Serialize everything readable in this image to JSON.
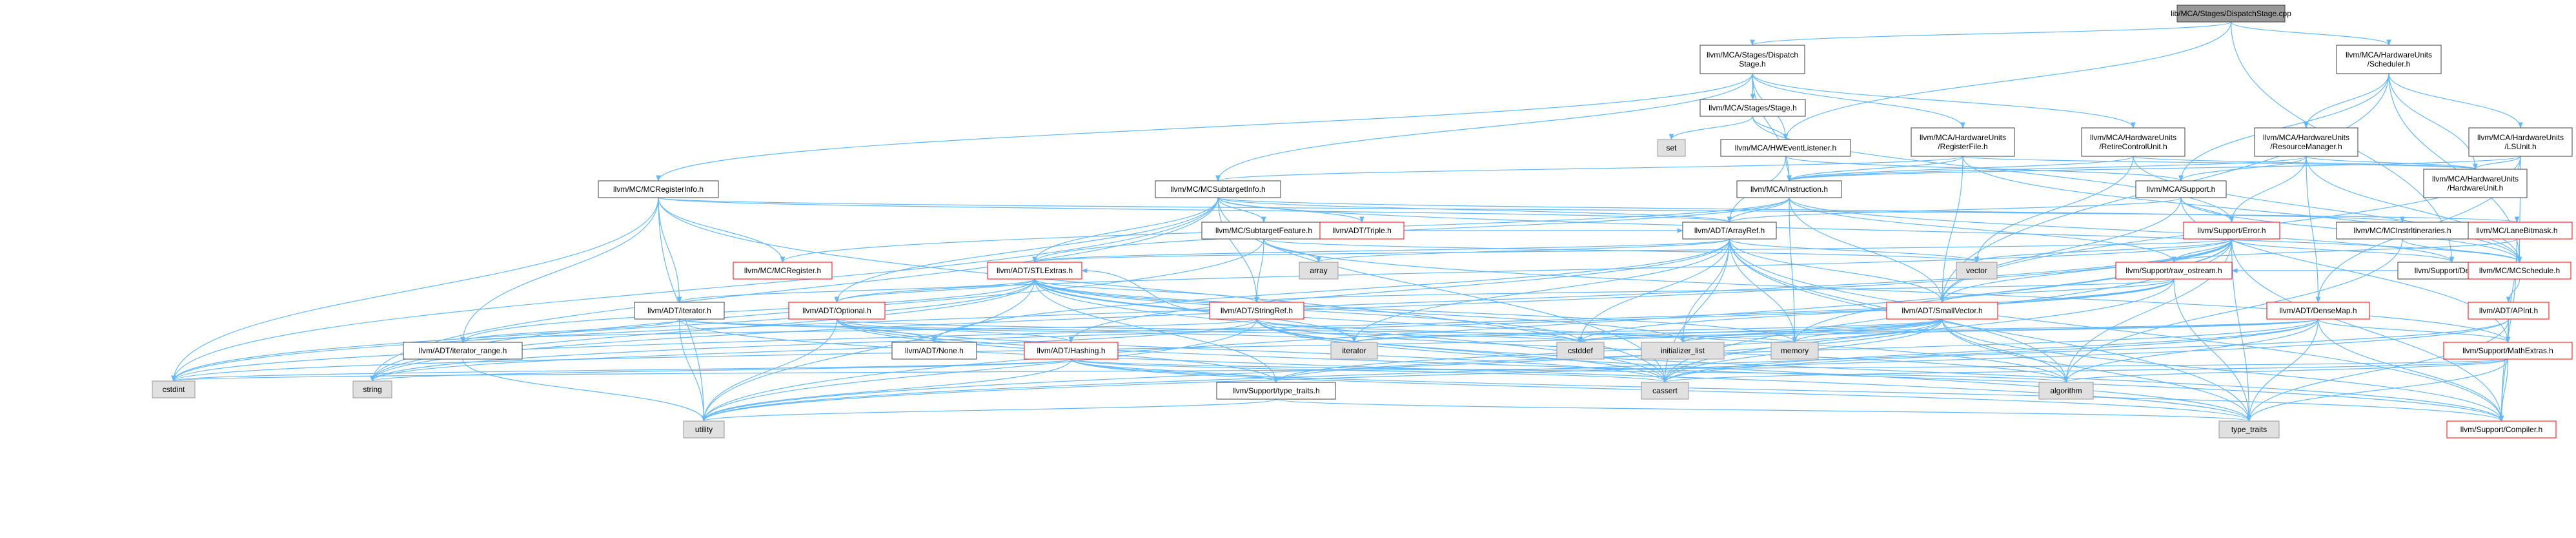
{
  "graph": {
    "colors": {
      "edge": "#63b8ff",
      "node_border": "#404040",
      "root_fill": "#999999",
      "std_fill": "#e0e0e0",
      "std_border": "#999999",
      "normal_text": "#000000",
      "incomplete_text": "#ff0000",
      "node_fill": "#ffffff"
    },
    "nodes": [
      {
        "id": "root",
        "lines": [
          "lib/MCA/Stages/DispatchStage.cpp"
        ],
        "kind": "root"
      },
      {
        "id": "dispstage",
        "lines": [
          "llvm/MCA/Stages/Dispatch",
          "Stage.h"
        ],
        "kind": "normal"
      },
      {
        "id": "scheduler",
        "lines": [
          "llvm/MCA/HardwareUnits",
          "/Scheduler.h"
        ],
        "kind": "normal"
      },
      {
        "id": "stage",
        "lines": [
          "llvm/MCA/Stages/Stage.h"
        ],
        "kind": "normal"
      },
      {
        "id": "set",
        "lines": [
          "set"
        ],
        "kind": "std"
      },
      {
        "id": "hwevent",
        "lines": [
          "llvm/MCA/HWEventListener.h"
        ],
        "kind": "normal"
      },
      {
        "id": "regfile",
        "lines": [
          "llvm/MCA/HardwareUnits",
          "/RegisterFile.h"
        ],
        "kind": "normal"
      },
      {
        "id": "rcu",
        "lines": [
          "llvm/MCA/HardwareUnits",
          "/RetireControlUnit.h"
        ],
        "kind": "normal"
      },
      {
        "id": "resmgr",
        "lines": [
          "llvm/MCA/HardwareUnits",
          "/ResourceManager.h"
        ],
        "kind": "normal"
      },
      {
        "id": "lsunit",
        "lines": [
          "llvm/MCA/HardwareUnits",
          "/LSUnit.h"
        ],
        "kind": "normal"
      },
      {
        "id": "mcreginfo",
        "lines": [
          "llvm/MC/MCRegisterInfo.h"
        ],
        "kind": "normal"
      },
      {
        "id": "mcsubinfo",
        "lines": [
          "llvm/MC/MCSubtargetInfo.h"
        ],
        "kind": "normal"
      },
      {
        "id": "instruction",
        "lines": [
          "llvm/MCA/Instruction.h"
        ],
        "kind": "normal"
      },
      {
        "id": "hwunit",
        "lines": [
          "llvm/MCA/HardwareUnits",
          "/HardwareUnit.h"
        ],
        "kind": "normal"
      },
      {
        "id": "support",
        "lines": [
          "llvm/MCA/Support.h"
        ],
        "kind": "normal"
      },
      {
        "id": "subfeature",
        "lines": [
          "llvm/MC/SubtargetFeature.h"
        ],
        "kind": "normal"
      },
      {
        "id": "triple",
        "lines": [
          "llvm/ADT/Triple.h"
        ],
        "kind": "incomplete"
      },
      {
        "id": "arrayref",
        "lines": [
          "llvm/ADT/ArrayRef.h"
        ],
        "kind": "normal"
      },
      {
        "id": "error",
        "lines": [
          "llvm/Support/Error.h"
        ],
        "kind": "incomplete"
      },
      {
        "id": "lanebitmask",
        "lines": [
          "llvm/MC/LaneBitmask.h"
        ],
        "kind": "incomplete"
      },
      {
        "id": "instrit",
        "lines": [
          "llvm/MC/MCInstrItineraries.h"
        ],
        "kind": "normal"
      },
      {
        "id": "mcregister",
        "lines": [
          "llvm/MC/MCRegister.h"
        ],
        "kind": "incomplete"
      },
      {
        "id": "array",
        "lines": [
          "array"
        ],
        "kind": "std"
      },
      {
        "id": "stlextras",
        "lines": [
          "llvm/ADT/STLExtras.h"
        ],
        "kind": "incomplete"
      },
      {
        "id": "vector",
        "lines": [
          "vector"
        ],
        "kind": "std"
      },
      {
        "id": "rawostream",
        "lines": [
          "llvm/Support/raw_ostream.h"
        ],
        "kind": "incomplete"
      },
      {
        "id": "debug",
        "lines": [
          "llvm/Support/Debug.h"
        ],
        "kind": "normal"
      },
      {
        "id": "mcschedule",
        "lines": [
          "llvm/MC/MCSchedule.h"
        ],
        "kind": "incomplete"
      },
      {
        "id": "iterator",
        "lines": [
          "llvm/ADT/iterator.h"
        ],
        "kind": "normal"
      },
      {
        "id": "optional",
        "lines": [
          "llvm/ADT/Optional.h"
        ],
        "kind": "incomplete"
      },
      {
        "id": "stringref",
        "lines": [
          "llvm/ADT/StringRef.h"
        ],
        "kind": "incomplete"
      },
      {
        "id": "smallvector",
        "lines": [
          "llvm/ADT/SmallVector.h"
        ],
        "kind": "incomplete"
      },
      {
        "id": "densemap",
        "lines": [
          "llvm/ADT/DenseMap.h"
        ],
        "kind": "incomplete"
      },
      {
        "id": "apint",
        "lines": [
          "llvm/ADT/APInt.h"
        ],
        "kind": "incomplete"
      },
      {
        "id": "itrange",
        "lines": [
          "llvm/ADT/iterator_range.h"
        ],
        "kind": "normal"
      },
      {
        "id": "none",
        "lines": [
          "llvm/ADT/None.h"
        ],
        "kind": "normal"
      },
      {
        "id": "hashing",
        "lines": [
          "llvm/ADT/Hashing.h"
        ],
        "kind": "incomplete"
      },
      {
        "id": "mathextras",
        "lines": [
          "llvm/Support/MathExtras.h"
        ],
        "kind": "incomplete"
      },
      {
        "id": "iteratorstd",
        "lines": [
          "iterator"
        ],
        "kind": "std"
      },
      {
        "id": "cstddef",
        "lines": [
          "cstddef"
        ],
        "kind": "std"
      },
      {
        "id": "initlist",
        "lines": [
          "initializer_list"
        ],
        "kind": "std"
      },
      {
        "id": "memory",
        "lines": [
          "memory"
        ],
        "kind": "std"
      },
      {
        "id": "cstdint",
        "lines": [
          "cstdint"
        ],
        "kind": "std"
      },
      {
        "id": "string",
        "lines": [
          "string"
        ],
        "kind": "std"
      },
      {
        "id": "typetraitsllvm",
        "lines": [
          "llvm/Support/type_traits.h"
        ],
        "kind": "normal"
      },
      {
        "id": "cassert",
        "lines": [
          "cassert"
        ],
        "kind": "std"
      },
      {
        "id": "algorithm",
        "lines": [
          "algorithm"
        ],
        "kind": "std"
      },
      {
        "id": "utility",
        "lines": [
          "utility"
        ],
        "kind": "std"
      },
      {
        "id": "typetraits",
        "lines": [
          "type_traits"
        ],
        "kind": "std"
      },
      {
        "id": "compiler",
        "lines": [
          "llvm/Support/Compiler.h"
        ],
        "kind": "incomplete"
      }
    ],
    "edges": [
      [
        "root",
        "dispstage"
      ],
      [
        "root",
        "hwevent"
      ],
      [
        "root",
        "scheduler"
      ],
      [
        "root",
        "debug"
      ],
      [
        "dispstage",
        "stage"
      ],
      [
        "dispstage",
        "hwevent"
      ],
      [
        "dispstage",
        "regfile"
      ],
      [
        "dispstage",
        "rcu"
      ],
      [
        "dispstage",
        "mcreginfo"
      ],
      [
        "dispstage",
        "mcsubinfo"
      ],
      [
        "dispstage",
        "instruction"
      ],
      [
        "stage",
        "set"
      ],
      [
        "stage",
        "hwevent"
      ],
      [
        "stage",
        "error"
      ],
      [
        "scheduler",
        "resmgr"
      ],
      [
        "scheduler",
        "lsunit"
      ],
      [
        "scheduler",
        "hwunit"
      ],
      [
        "scheduler",
        "support"
      ],
      [
        "scheduler",
        "mcschedule"
      ],
      [
        "scheduler",
        "smallvector"
      ],
      [
        "hwevent",
        "instruction"
      ],
      [
        "hwevent",
        "support"
      ],
      [
        "hwevent",
        "arrayref"
      ],
      [
        "regfile",
        "hwunit"
      ],
      [
        "regfile",
        "instruction"
      ],
      [
        "regfile",
        "smallvector"
      ],
      [
        "regfile",
        "mcschedule"
      ],
      [
        "regfile",
        "mcsubinfo"
      ],
      [
        "rcu",
        "hwunit"
      ],
      [
        "rcu",
        "instruction"
      ],
      [
        "rcu",
        "mcschedule"
      ],
      [
        "rcu",
        "vector"
      ],
      [
        "resmgr",
        "hwunit"
      ],
      [
        "resmgr",
        "instruction"
      ],
      [
        "resmgr",
        "support"
      ],
      [
        "resmgr",
        "densemap"
      ],
      [
        "resmgr",
        "mcschedule"
      ],
      [
        "resmgr",
        "error"
      ],
      [
        "lsunit",
        "hwunit"
      ],
      [
        "lsunit",
        "instruction"
      ],
      [
        "lsunit",
        "smallvector"
      ],
      [
        "lsunit",
        "mcschedule"
      ],
      [
        "lsunit",
        "densemap"
      ],
      [
        "mcreginfo",
        "mcregister"
      ],
      [
        "mcreginfo",
        "lanebitmask"
      ],
      [
        "mcreginfo",
        "arrayref"
      ],
      [
        "mcreginfo",
        "iterator"
      ],
      [
        "mcreginfo",
        "itrange"
      ],
      [
        "mcreginfo",
        "cassert"
      ],
      [
        "mcreginfo",
        "cstdint"
      ],
      [
        "mcreginfo",
        "utility"
      ],
      [
        "mcsubinfo",
        "subfeature"
      ],
      [
        "mcsubinfo",
        "triple"
      ],
      [
        "mcsubinfo",
        "arrayref"
      ],
      [
        "mcsubinfo",
        "stlextras"
      ],
      [
        "mcsubinfo",
        "stringref"
      ],
      [
        "mcsubinfo",
        "instrit"
      ],
      [
        "mcsubinfo",
        "mcschedule"
      ],
      [
        "mcsubinfo",
        "optional"
      ],
      [
        "mcsubinfo",
        "cassert"
      ],
      [
        "mcsubinfo",
        "cstdint"
      ],
      [
        "mcsubinfo",
        "string"
      ],
      [
        "instruction",
        "arrayref"
      ],
      [
        "instruction",
        "stlextras"
      ],
      [
        "instruction",
        "smallvector"
      ],
      [
        "instruction",
        "mcregister"
      ],
      [
        "instruction",
        "rawostream"
      ],
      [
        "instruction",
        "memory"
      ],
      [
        "instruction",
        "debug"
      ],
      [
        "support",
        "arrayref"
      ],
      [
        "support",
        "smallvector"
      ],
      [
        "support",
        "mcschedule"
      ],
      [
        "support",
        "error"
      ],
      [
        "support",
        "mathextras"
      ],
      [
        "subfeature",
        "arrayref"
      ],
      [
        "subfeature",
        "stringref"
      ],
      [
        "subfeature",
        "mathextras"
      ],
      [
        "subfeature",
        "array"
      ],
      [
        "subfeature",
        "bitset"
      ],
      [
        "subfeature",
        "string"
      ],
      [
        "subfeature",
        "vector"
      ],
      [
        "arrayref",
        "hashing"
      ],
      [
        "arrayref",
        "none"
      ],
      [
        "arrayref",
        "smallvector"
      ],
      [
        "arrayref",
        "stlextras"
      ],
      [
        "arrayref",
        "compiler"
      ],
      [
        "arrayref",
        "algorithm"
      ],
      [
        "arrayref",
        "array"
      ],
      [
        "arrayref",
        "cassert"
      ],
      [
        "arrayref",
        "cstddef"
      ],
      [
        "arrayref",
        "initlist"
      ],
      [
        "arrayref",
        "iteratorstd"
      ],
      [
        "arrayref",
        "memory"
      ],
      [
        "arrayref",
        "typetraits"
      ],
      [
        "arrayref",
        "vector"
      ],
      [
        "error",
        "stlextras"
      ],
      [
        "error",
        "smallvector"
      ],
      [
        "error",
        "debug"
      ],
      [
        "error",
        "rawostream"
      ],
      [
        "error",
        "compiler"
      ],
      [
        "error",
        "optional"
      ],
      [
        "error",
        "cassert"
      ],
      [
        "error",
        "cstdint"
      ],
      [
        "error",
        "memory"
      ],
      [
        "error",
        "string"
      ],
      [
        "error",
        "typetraits"
      ],
      [
        "error",
        "utility"
      ],
      [
        "error",
        "vector"
      ],
      [
        "error",
        "algorithm"
      ],
      [
        "lanebitmask",
        "compiler"
      ],
      [
        "lanebitmask",
        "mathextras"
      ],
      [
        "lanebitmask",
        "rawostream"
      ],
      [
        "instrit",
        "mcschedule"
      ],
      [
        "instrit",
        "algorithm"
      ],
      [
        "stlextras",
        "iterator"
      ],
      [
        "stlextras",
        "optional"
      ],
      [
        "stlextras",
        "itrange"
      ],
      [
        "stlextras",
        "stringref"
      ],
      [
        "stlextras",
        "iteratorstd"
      ],
      [
        "stlextras",
        "cassert"
      ],
      [
        "stlextras",
        "cstddef"
      ],
      [
        "stlextras",
        "cstdint"
      ],
      [
        "stlextras",
        "initlist"
      ],
      [
        "stlextras",
        "memory"
      ],
      [
        "stlextras",
        "utility"
      ],
      [
        "stlextras",
        "algorithm"
      ],
      [
        "stlextras",
        "typetraitsllvm"
      ],
      [
        "stlextras",
        "string"
      ],
      [
        "rawostream",
        "stringref"
      ],
      [
        "rawostream",
        "cassert"
      ],
      [
        "rawostream",
        "cstddef"
      ],
      [
        "rawostream",
        "cstdint"
      ],
      [
        "rawostream",
        "string"
      ],
      [
        "rawostream",
        "smallvector"
      ],
      [
        "rawostream",
        "typetraits"
      ],
      [
        "iterator",
        "itrange"
      ],
      [
        "iterator",
        "iteratorstd"
      ],
      [
        "iterator",
        "cstddef"
      ],
      [
        "iterator",
        "utility"
      ],
      [
        "iterator",
        "typetraits"
      ],
      [
        "optional",
        "hashing"
      ],
      [
        "optional",
        "none"
      ],
      [
        "optional",
        "compiler"
      ],
      [
        "optional",
        "typetraitsllvm"
      ],
      [
        "optional",
        "cassert"
      ],
      [
        "optional",
        "memory"
      ],
      [
        "optional",
        "utility"
      ],
      [
        "optional",
        "new"
      ],
      [
        "stringref",
        "stlextras"
      ],
      [
        "stringref",
        "itrange"
      ],
      [
        "stringref",
        "compiler"
      ],
      [
        "stringref",
        "algorithm"
      ],
      [
        "stringref",
        "cassert"
      ],
      [
        "stringref",
        "cstddef"
      ],
      [
        "stringref",
        "string"
      ],
      [
        "stringref",
        "typetraits"
      ],
      [
        "stringref",
        "utility"
      ],
      [
        "smallvector",
        "compiler"
      ],
      [
        "smallvector",
        "typetraitsllvm"
      ],
      [
        "smallvector",
        "algorithm"
      ],
      [
        "smallvector",
        "cassert"
      ],
      [
        "smallvector",
        "cstddef"
      ],
      [
        "smallvector",
        "initlist"
      ],
      [
        "smallvector",
        "iteratorstd"
      ],
      [
        "smallvector",
        "memory"
      ],
      [
        "smallvector",
        "typetraits"
      ],
      [
        "smallvector",
        "utility"
      ],
      [
        "smallvector",
        "cstdint"
      ],
      [
        "densemap",
        "mathextras"
      ],
      [
        "densemap",
        "compiler"
      ],
      [
        "densemap",
        "typetraitsllvm"
      ],
      [
        "densemap",
        "algorithm"
      ],
      [
        "densemap",
        "cassert"
      ],
      [
        "densemap",
        "cstddef"
      ],
      [
        "densemap",
        "initlist"
      ],
      [
        "densemap",
        "iteratorstd"
      ],
      [
        "densemap",
        "typetraits"
      ],
      [
        "densemap",
        "utility"
      ],
      [
        "apint",
        "compiler"
      ],
      [
        "apint",
        "mathextras"
      ],
      [
        "apint",
        "cassert"
      ],
      [
        "apint",
        "typetraits"
      ],
      [
        "apint",
        "utility"
      ],
      [
        "itrange",
        "utility"
      ],
      [
        "hashing",
        "compiler"
      ],
      [
        "hashing",
        "typetraitsllvm"
      ],
      [
        "hashing",
        "algorithm"
      ],
      [
        "hashing",
        "cassert"
      ],
      [
        "hashing",
        "string"
      ],
      [
        "hashing",
        "typetraits"
      ],
      [
        "hashing",
        "utility"
      ],
      [
        "hashing",
        "cstdint"
      ],
      [
        "mathextras",
        "compiler"
      ],
      [
        "mathextras",
        "algorithm"
      ],
      [
        "mathextras",
        "cassert"
      ],
      [
        "mathextras",
        "typetraits"
      ],
      [
        "mathextras",
        "cstdint"
      ],
      [
        "typetraitsllvm",
        "typetraits"
      ],
      [
        "typetraitsllvm",
        "utility"
      ],
      [
        "mcschedule",
        "apint"
      ],
      [
        "debug",
        "rawostream"
      ]
    ]
  }
}
